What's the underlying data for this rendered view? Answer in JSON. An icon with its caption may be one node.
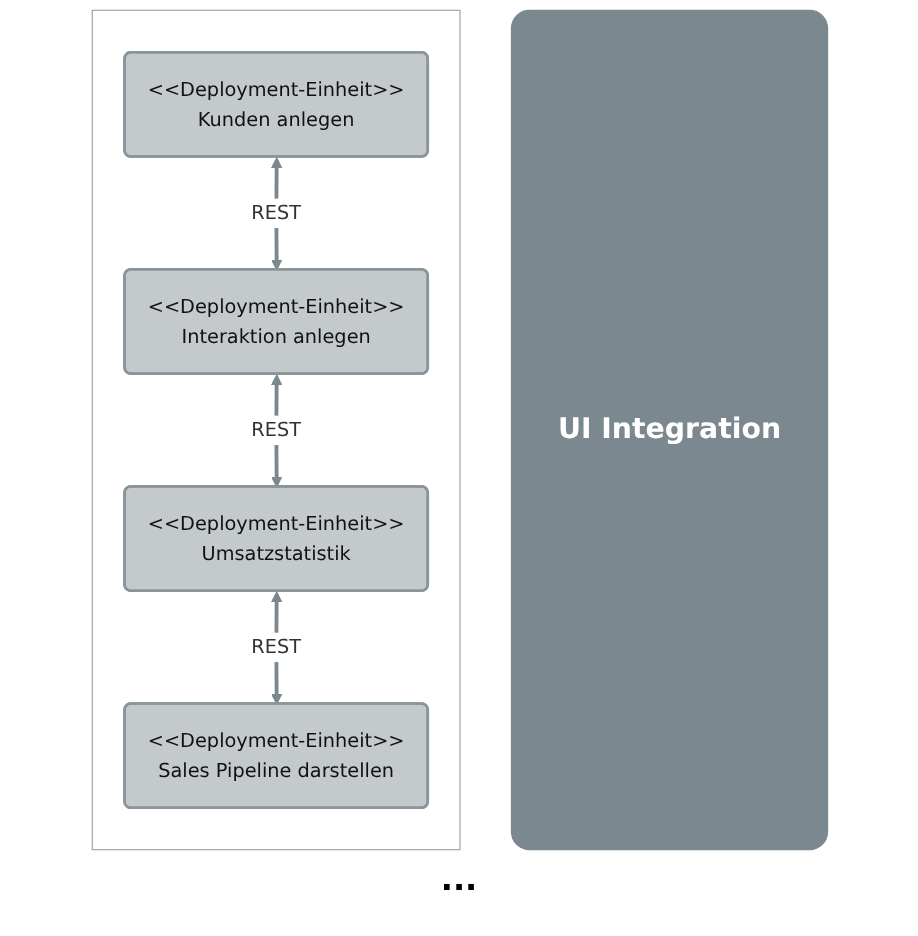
{
  "diagram": {
    "nodes": [
      {
        "text": [
          "<<Deployment-Einheit>>",
          "Kunden anlegen"
        ]
      },
      {
        "text": [
          "<<Deployment-Einheit>>",
          "Interaktion anlegen"
        ]
      },
      {
        "text": [
          "<<Deployment-Einheit>>",
          "Umsatzstatistik"
        ]
      },
      {
        "text": [
          "<<Deployment-Einheit>>",
          "Sales Pipeline darstellen"
        ]
      },
      {
        "text": [
          "UI Integration"
        ]
      }
    ],
    "edges": [
      {
        "from": 0,
        "to": 1,
        "arrow": "both",
        "label": "REST"
      },
      {
        "from": 1,
        "to": 2,
        "arrow": "both",
        "label": "REST"
      },
      {
        "from": 2,
        "to": 3,
        "arrow": "both",
        "label": "REST"
      }
    ],
    "labels": [
      "..."
    ]
  }
}
